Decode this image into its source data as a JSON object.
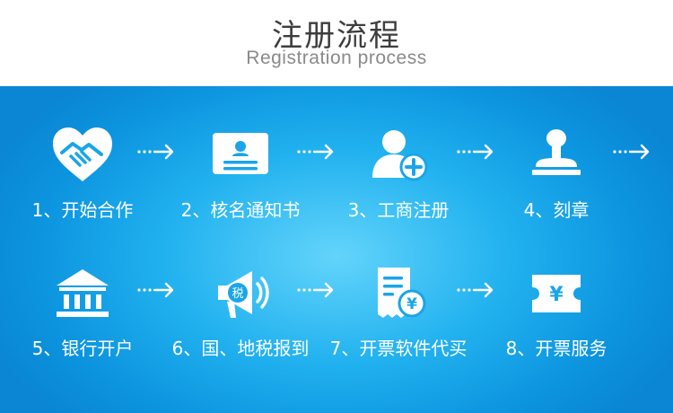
{
  "header": {
    "title": "注册流程",
    "subtitle": "Registration process"
  },
  "steps": [
    {
      "label": "1、开始合作",
      "icon": "handshake-heart-icon"
    },
    {
      "label": "2、核名通知书",
      "icon": "id-card-icon"
    },
    {
      "label": "3、工商注册",
      "icon": "add-user-icon"
    },
    {
      "label": "4、刻章",
      "icon": "stamp-icon"
    },
    {
      "label": "5、银行开户",
      "icon": "bank-icon"
    },
    {
      "label": "6、国、地税报到",
      "icon": "tax-megaphone-icon"
    },
    {
      "label": "7、开票软件代买",
      "icon": "invoice-yen-icon"
    },
    {
      "label": "8、开票服务",
      "icon": "yen-ticket-icon"
    }
  ],
  "icon_glyphs": {
    "tax": "税",
    "yen": "¥"
  },
  "colors": {
    "background_top": "#ffffff",
    "panel_light": "#63d4fb",
    "panel_dark": "#0a86d4",
    "icon": "#ffffff",
    "title": "#3d3d3d",
    "subtitle": "#8a8a8a"
  }
}
